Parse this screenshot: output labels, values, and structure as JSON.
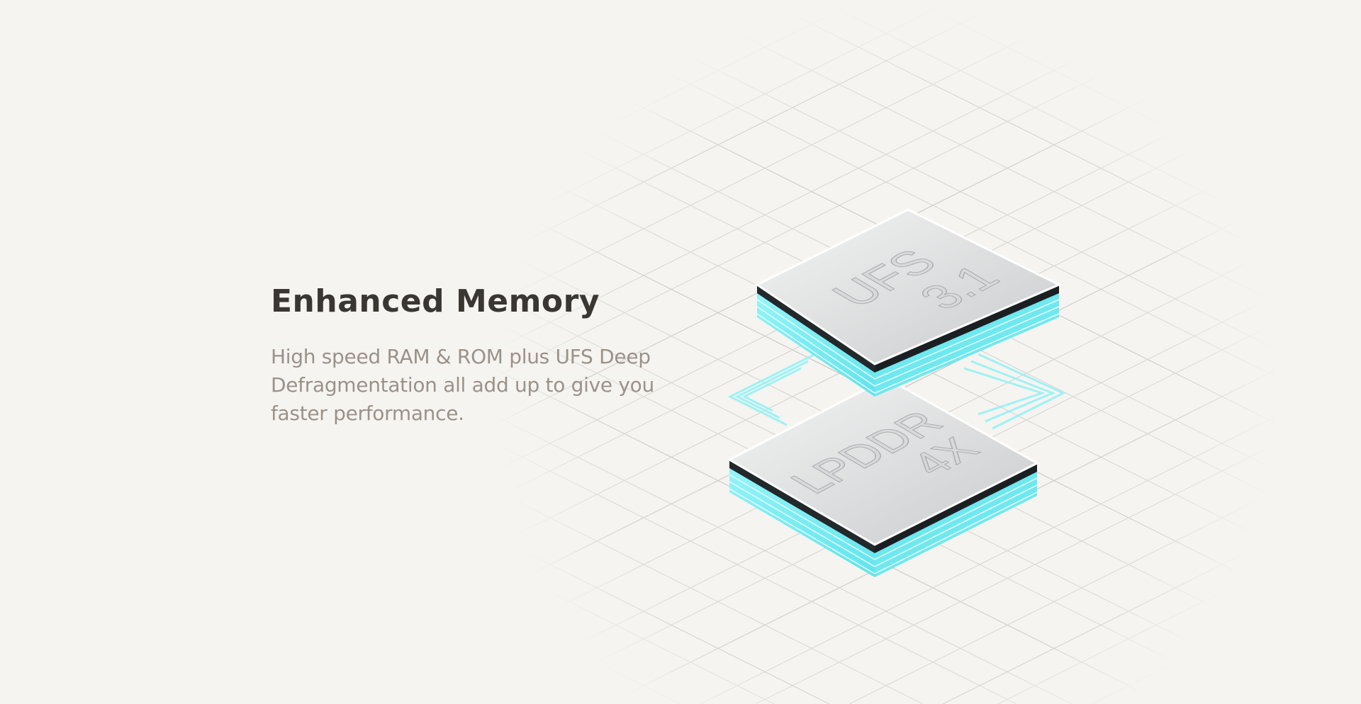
{
  "section": {
    "title": "Enhanced Memory",
    "description": "High speed RAM & ROM plus UFS Deep Defragmentation all add up to give you faster performance."
  },
  "illustration": {
    "chip_top_label_line1": "UFS",
    "chip_top_label_line2": "3.1",
    "chip_bottom_label_line1": "LPDDR",
    "chip_bottom_label_line2": "4X",
    "accent_color": "#7ff0f5"
  }
}
